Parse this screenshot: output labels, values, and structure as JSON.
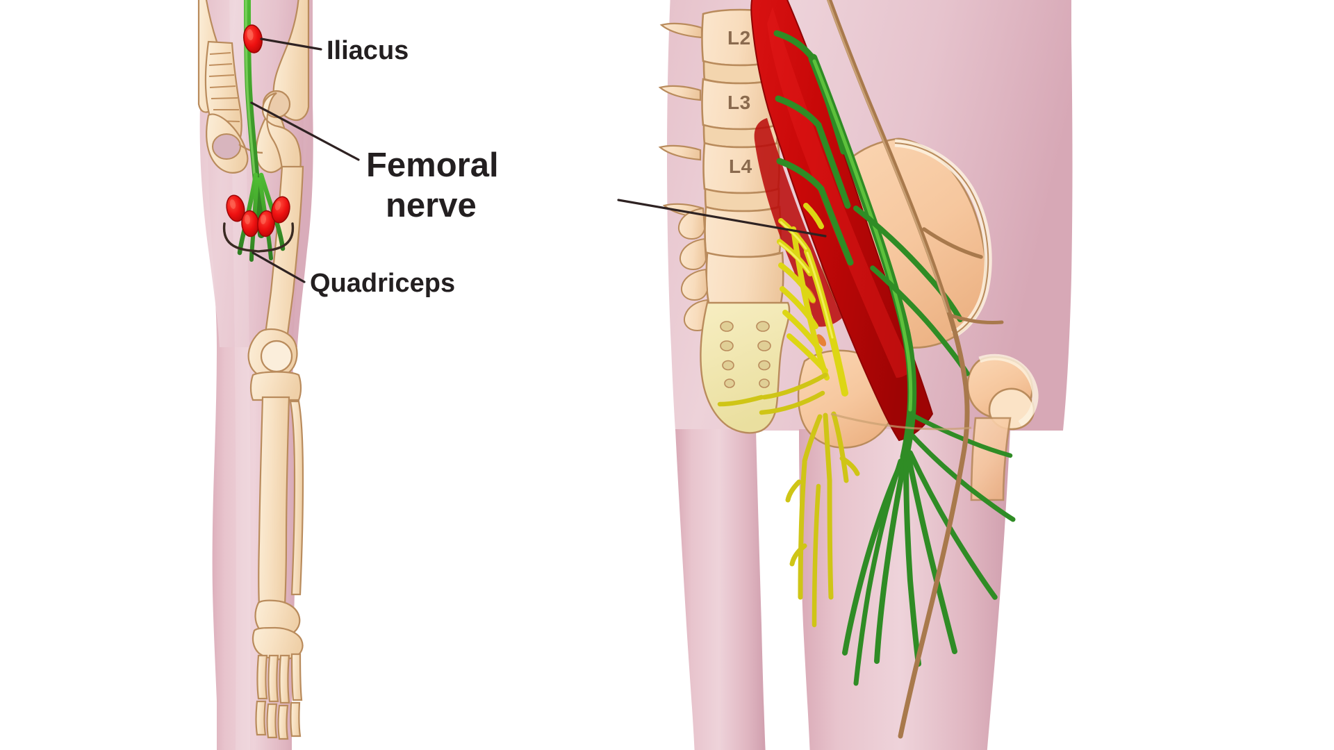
{
  "figure": {
    "title": "Femoral nerve anatomy — anterior leg overview and lumbar plexus detail",
    "background_color": "#ffffff"
  },
  "labels": {
    "iliacus": "Iliacus",
    "femoral_line1": "Femoral",
    "femoral_line2": "nerve",
    "quadriceps": "Quadriceps"
  },
  "vertebrae": {
    "l2": "L2",
    "l3": "L3",
    "l4": "L4"
  },
  "icon_names": {
    "iliacus_marker": "red-muscle-marker-icon",
    "quadriceps_markers": "red-muscle-marker-group-icon",
    "leader_line": "leader-line-icon",
    "brace": "curly-brace-icon"
  },
  "colors": {
    "background": "#ffffff",
    "skin": "#e3bdc6",
    "skin_light": "#ecd3d8",
    "skin_shadow": "#d4a9b4",
    "bone": "#f7e0c0",
    "bone_outline": "#b98b5c",
    "bone_light": "#fdf0dc",
    "muscle_red": "#cf0a0a",
    "muscle_red_dark": "#a40606",
    "marker_red": "#ee1111",
    "nerve_green": "#3faa2e",
    "nerve_green_dark": "#2f7a23",
    "nerve_yellow": "#e8e317",
    "nerve_yellow_dark": "#b9ae18",
    "artery_tan": "#b2875a",
    "label_text": "#231f20",
    "vertebra_text": "#8a6a4e",
    "leader_line": "#2e2222",
    "flesh_tan": "#f6caa4",
    "sacrum_cream": "#f2e7b8"
  },
  "panels": {
    "left": {
      "name": "anterior-leg-overview",
      "structures": [
        "pelvis",
        "sacrum",
        "femur",
        "patella",
        "tibia",
        "fibula",
        "foot",
        "femoral-nerve-green",
        "iliacus-marker",
        "quadriceps-markers"
      ]
    },
    "right": {
      "name": "lumbar-plexus-detail",
      "structures": [
        "lumbar-vertebrae",
        "sacrum",
        "ilium",
        "pubis",
        "femur-head",
        "psoas-major-muscle",
        "femoral-nerve-green",
        "obturator-nerve-yellow",
        "lumbar-plexus-yellow",
        "iliac-artery-tan"
      ]
    }
  }
}
